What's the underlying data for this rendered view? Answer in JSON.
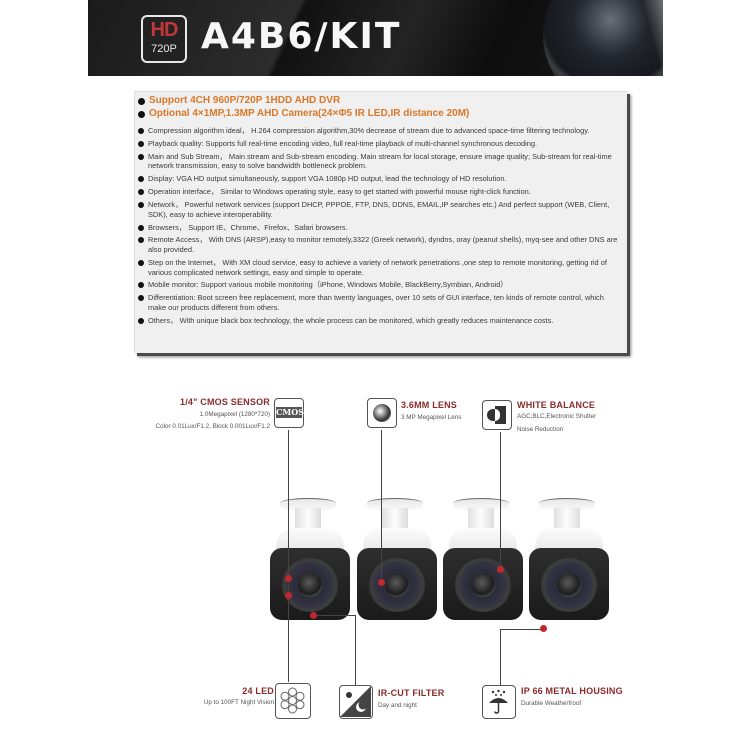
{
  "banner": {
    "badge_hd": "HD",
    "badge_res": "720P",
    "title": "A4B6/KIT"
  },
  "specs": {
    "highlights": [
      "Support  4CH 960P/720P 1HDD AHD DVR",
      "Optional 4×1MP,1.3MP  AHD Camera(24×Φ5 IR LED,IR distance 20M)"
    ],
    "items": [
      "Compression algorithm ideal， H.264 compression algorithm,30% decrease of stream due to advanced space-time filtering technology.",
      "Playback quality: Supports full real-time encoding video, full real-time playback of multi-channel synchronous decoding.",
      "Main and Sub Stream， Main stream and Sub-stream encoding. Main stream for local storage, ensure image quality; Sub-stream for real-time network transmission, easy to solve bandwidth bottleneck problem.",
      "Display: VGA HD output simultaneously, support VGA 1080p HD output, lead the technology of HD resolution.",
      "Operation interface， Similar to Windows operating style, easy to get started with powerful mouse right-click function.",
      "Network， Powerful network services (support DHCP, PPPOE, FTP, DNS, DDNS, EMAIL,IP searches etc.) And perfect support (WEB, Client, SDK), easy to achieve interoperability.",
      "Browsers， Support IE、Chrome、Firefox、Safari browsers.",
      "Remote Access， With DNS (ARSP),easy to monitor remotely,3322 (Greek network), dyndns, oray (peanut shells), myq-see and other DNS are also provided.",
      "Step on the Internet， With XM cloud service, easy to achieve a variety of network penetrations ,one step to remote monitoring, getting rid of various complicated network settings, easy and simple to operate.",
      "Mobile monitor: Support various mobile monitoring（iPhone, Windows Mobile, BlackBerry,Symbian, Android）",
      "Differentiation: Boot screen free replacement, more than twenty languages, over 10 sets of GUI interface, ten kinds of remote control, which make our products different from others.",
      "Others， With unique black box technology, the whole process can be monitored, which greatly reduces maintenance costs."
    ]
  },
  "features": {
    "cmos": {
      "title": "1/4\" CMOS SENSOR",
      "line1": "1.0Megapixel (1280*720)",
      "line2": "Color 0.01Lux/F1.2, Block 0.001Lux/F1.2",
      "icon_text": "CMOS",
      "icon": "cmos-chip-icon"
    },
    "lens": {
      "title": "3.6MM LENS",
      "line1": "3 MP Megapixel Lens",
      "icon": "lens-icon"
    },
    "white_balance": {
      "title": "WHITE BALANCE",
      "line1": "AGC,BLC,Electronic Shutter",
      "line2": "Noise Reduction",
      "icon": "white-balance-icon"
    },
    "led": {
      "title": "24 LED",
      "line1": "Up to 100FT Night Vision",
      "icon": "led-array-icon"
    },
    "ircut": {
      "title": "IR-CUT FILTER",
      "line1": "Day and night",
      "icon": "day-night-icon"
    },
    "housing": {
      "title": "IP 66 METAL HOUSING",
      "line1": "Durable Weatherfroof",
      "icon": "umbrella-rain-icon"
    }
  },
  "colors": {
    "highlight_orange": "#d9782a",
    "feature_title_red": "#8b2a2a",
    "marker_red": "#c0282d",
    "hd_red": "#c0363a"
  }
}
